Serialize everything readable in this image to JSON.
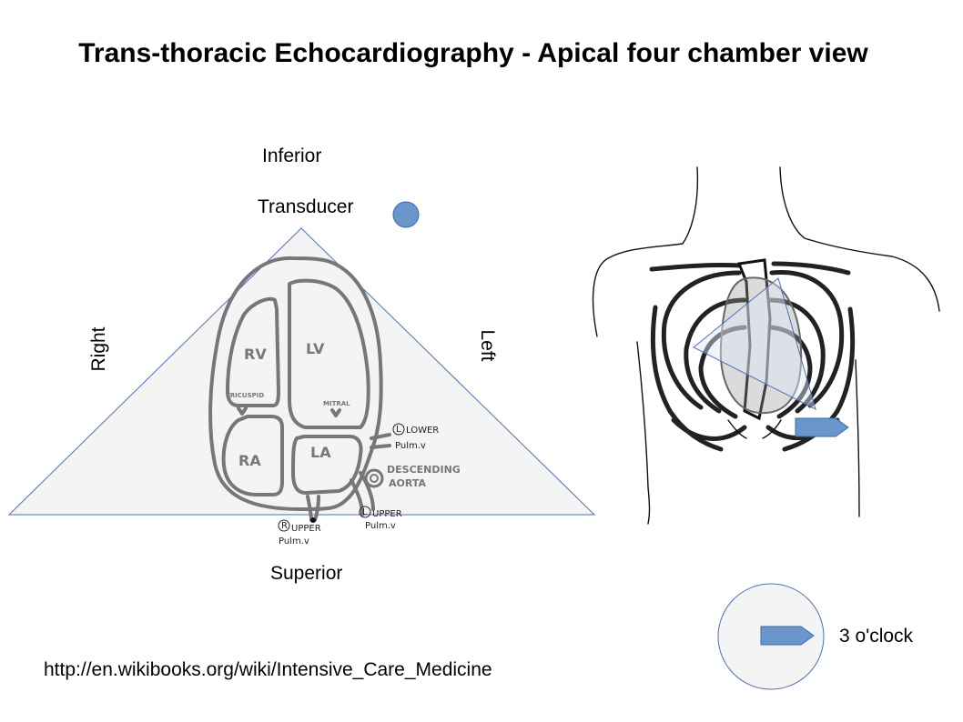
{
  "title": "Trans-thoracic Echocardiography - Apical four chamber view",
  "orientation": {
    "top": "Inferior",
    "bottom": "Superior",
    "left": "Right",
    "right": "Left",
    "apex": "Transducer"
  },
  "chambers": {
    "rv": "RV",
    "lv": "LV",
    "ra": "RA",
    "la": "LA",
    "tricuspid": "TRICUSPID",
    "tricuspid_v": "V",
    "mitral": "MITRAL",
    "mitral_v": "V"
  },
  "vessels": {
    "left_lower_line1": "LOWER",
    "left_lower_line2": "Pulm.v",
    "aorta_line1": "DESCENDING",
    "aorta_line2": "AORTA",
    "left_upper_line1": "UPPER",
    "left_upper_line2": "Pulm.v",
    "right_upper_line1": "UPPER",
    "right_upper_line2": "Pulm.v",
    "left_marker": "L",
    "right_marker": "R"
  },
  "clock_label": "3 o'clock",
  "url": "http://en.wikibooks.org/wiki/Intensive_Care_Medicine",
  "colors": {
    "sector_fill": "#f4f4f4",
    "sector_stroke": "#4a72b8",
    "marker_fill": "#6a96cc",
    "marker_stroke": "#3d6aa8",
    "heart_stroke": "#777777"
  }
}
